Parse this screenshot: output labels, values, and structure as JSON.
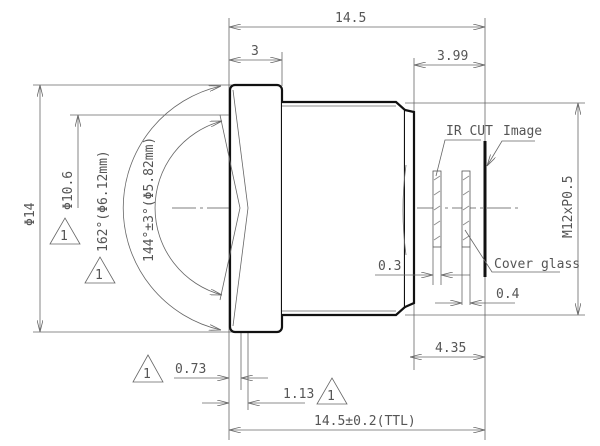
{
  "dimensions": {
    "overall_length": "14.5",
    "flange_width": "3",
    "back_focal": "3.99",
    "outer_diameter": "Φ14",
    "inner_diameter": "Φ10.6",
    "fov_outer": "162°(Φ6.12mm)",
    "fov_inner": "144°±3°(Φ5.82mm)",
    "thread": "M12xP0.5",
    "ir_gap": "0.3",
    "cover_gap": "0.4",
    "mount_to_image": "4.35",
    "dim_073": "0.73",
    "dim_113": "1.13",
    "ttl": "14.5±0.2(TTL)"
  },
  "labels": {
    "ir_cut": "IR CUT",
    "image": "Image",
    "cover_glass": "Cover glass",
    "revision_mark": "1"
  },
  "colors": {
    "line": "#666666",
    "outline": "#111111"
  }
}
